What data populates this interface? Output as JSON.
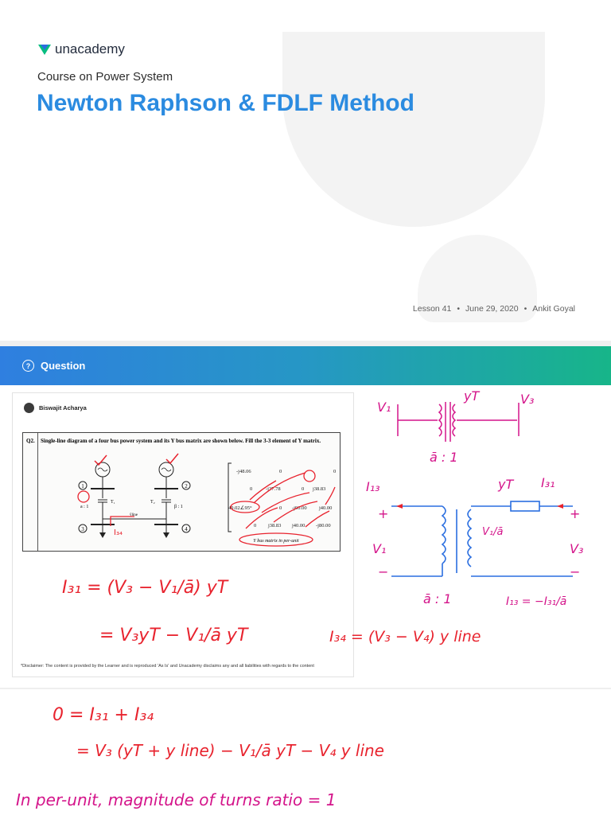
{
  "slide": {
    "brand": "unacademy",
    "course": "Course on Power System",
    "title": "Newton Raphson & FDLF Method",
    "lesson": "Lesson 41",
    "date": "June 29, 2020",
    "author": "Ankit Goyal",
    "separator": "•"
  },
  "question_bar": {
    "icon": "?",
    "label": "Question"
  },
  "card": {
    "author_name": "Biswajit Acharya",
    "q_number": "Q2.",
    "q_text": "Single-line diagram of a four bus power system and its Y bus matrix are shown below. Fill the 3-3 element of Y matrix.",
    "matrix_caption": "Y bus matrix in per-unit",
    "matrix": [
      [
        "-j48.06",
        "0",
        "",
        "0"
      ],
      [
        "0",
        "-j37.78",
        "0",
        "j38.83"
      ],
      [
        "49.02∠95°",
        "0",
        "-j90.00",
        "j40.00"
      ],
      [
        "0",
        "j38.83",
        "j40.00",
        "-j80.00"
      ]
    ],
    "diagram_labels": {
      "bus1": "1",
      "bus2": "2",
      "bus3": "3",
      "bus4": "4",
      "t1": "T₁",
      "t2": "T₂",
      "ratio_a": "a : 1",
      "ratio_b": "β : 1",
      "y_line": "ŷline",
      "i34": "I₃₄"
    },
    "disclaimer": "*Disclaimer: The content is provided by the Learner and is reproduced 'As Is' and Unacademy disclaims any and all liabilities with regards to the content"
  },
  "handwriting": {
    "v1": "V₁",
    "v3": "V₃",
    "yt": "yT",
    "ratio": "ā : 1",
    "i13": "I₁₃",
    "i31": "I₃₁",
    "plus": "+",
    "minus": "−",
    "v1_over_a": "V₁/ā",
    "i13_eq": "I₁₃ = −I₃₁/ā",
    "eq1": "I₃₁ = (V₃ − V₁/ā) yT",
    "eq2": "= V₃yT − V₁/ā yT",
    "eq3": "I₃₄ = (V₃ − V₄) y line",
    "eq4": "0 = I₃₁ + I₃₄",
    "eq5": "= V₃ (yT + y line) − V₁/ā yT − V₄ y line",
    "eq6": "In per-unit, magnitude of turns ratio = 1"
  },
  "colors": {
    "accent": "#2b8be0",
    "ink_red": "#e8232e",
    "ink_magenta": "#d4148a",
    "ink_blue": "#2a6ee0"
  }
}
